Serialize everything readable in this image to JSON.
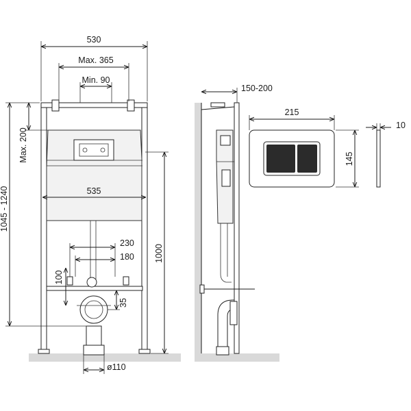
{
  "dimensions": {
    "frame_width": "530",
    "max_365": "Max. 365",
    "min_90": "Min. 90",
    "height_range": "1045 - 1240",
    "max_200": "Max. 200",
    "tank_width": "535",
    "frame_height": "1000",
    "d230": "230",
    "d180": "180",
    "d100": "100",
    "d35": "35",
    "pipe_dia": "ø110",
    "wall_gap": "150-200",
    "plate_width": "215",
    "plate_height": "145",
    "plate_depth": "10"
  },
  "colors": {
    "line": "#1a1a1a",
    "floor": "#d9d9d9",
    "button": "#2b2b2b"
  }
}
